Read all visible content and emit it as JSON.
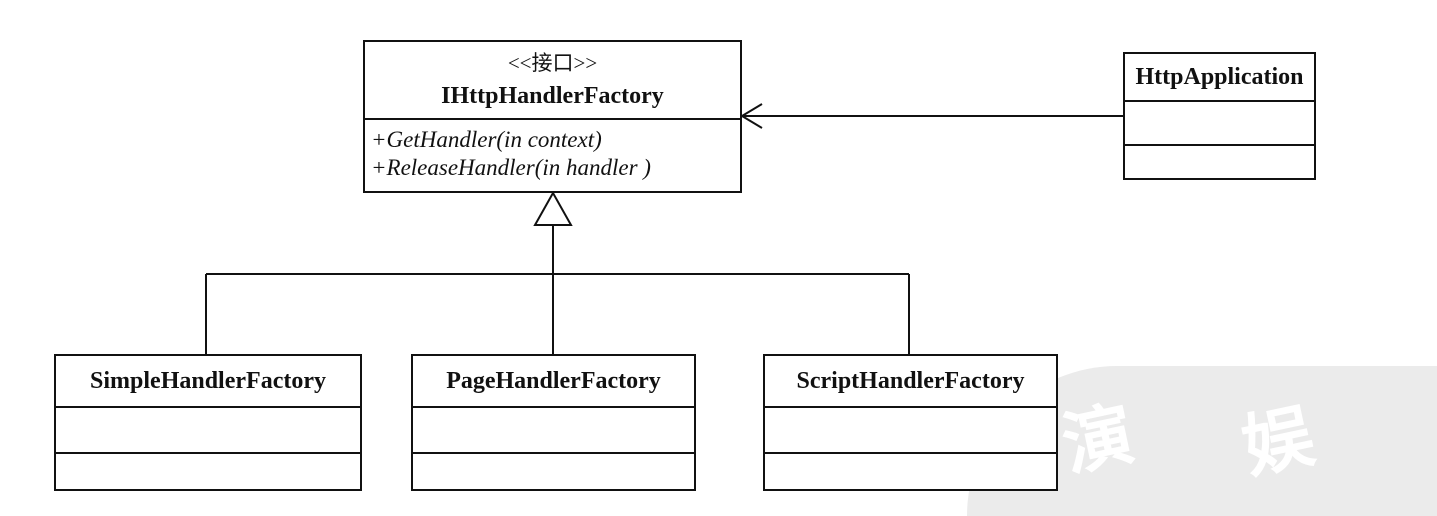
{
  "interface_class": {
    "stereotype": "<<接口>>",
    "name": "IHttpHandlerFactory",
    "operations": [
      "+GetHandler(in context)",
      "+ReleaseHandler(in handler )"
    ]
  },
  "application_class": {
    "name": "HttpApplication"
  },
  "implementations": [
    {
      "name": "SimpleHandlerFactory"
    },
    {
      "name": "PageHandlerFactory"
    },
    {
      "name": "ScriptHandlerFactory"
    }
  ],
  "watermark": {
    "chars": [
      "演",
      "娱"
    ]
  },
  "colors": {
    "line": "#111111",
    "background": "#ffffff",
    "watermark": "#ebebeb"
  }
}
